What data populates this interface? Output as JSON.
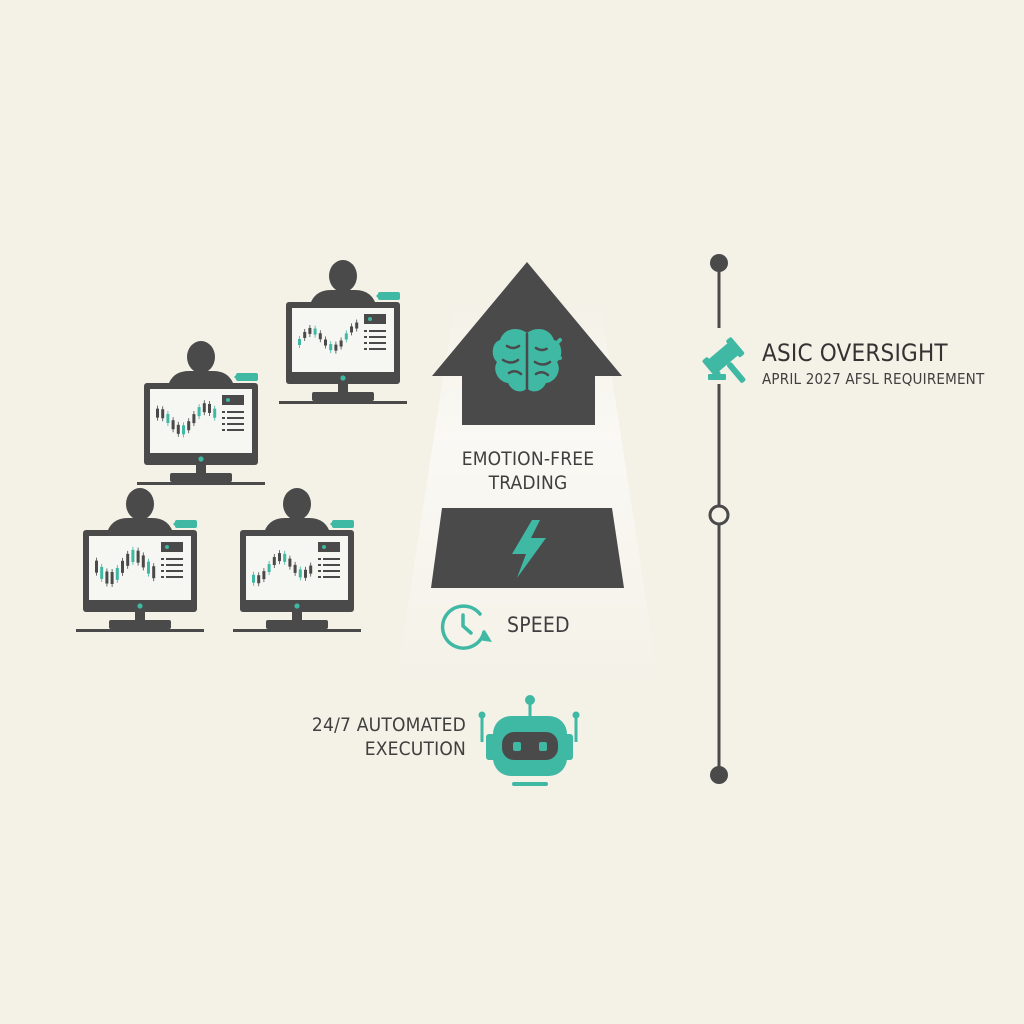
{
  "colors": {
    "background": "#f4f1e7",
    "dark": "#4a4a4a",
    "accent": "#3fb8a4",
    "text": "#3f3f3f"
  },
  "icons": {
    "trader": "person-silhouette-icon",
    "monitor": "monitor-icon",
    "brain": "brain-icon",
    "lightning": "lightning-bolt-icon",
    "clock": "clock-refresh-icon",
    "robot": "robot-icon",
    "gavel": "gavel-icon"
  },
  "traders": [
    {
      "id": "trader-1"
    },
    {
      "id": "trader-2"
    },
    {
      "id": "trader-3"
    },
    {
      "id": "trader-4"
    }
  ],
  "pyramid": {
    "top_label": "EMOTION-FREE TRADING",
    "speed_label": "SPEED"
  },
  "automation": {
    "label_line1": "24/7 AUTOMATED",
    "label_line2": "EXECUTION"
  },
  "timeline": {
    "title": "ASIC OVERSIGHT",
    "subtitle": "APRIL 2027 AFSL REQUIREMENT"
  }
}
